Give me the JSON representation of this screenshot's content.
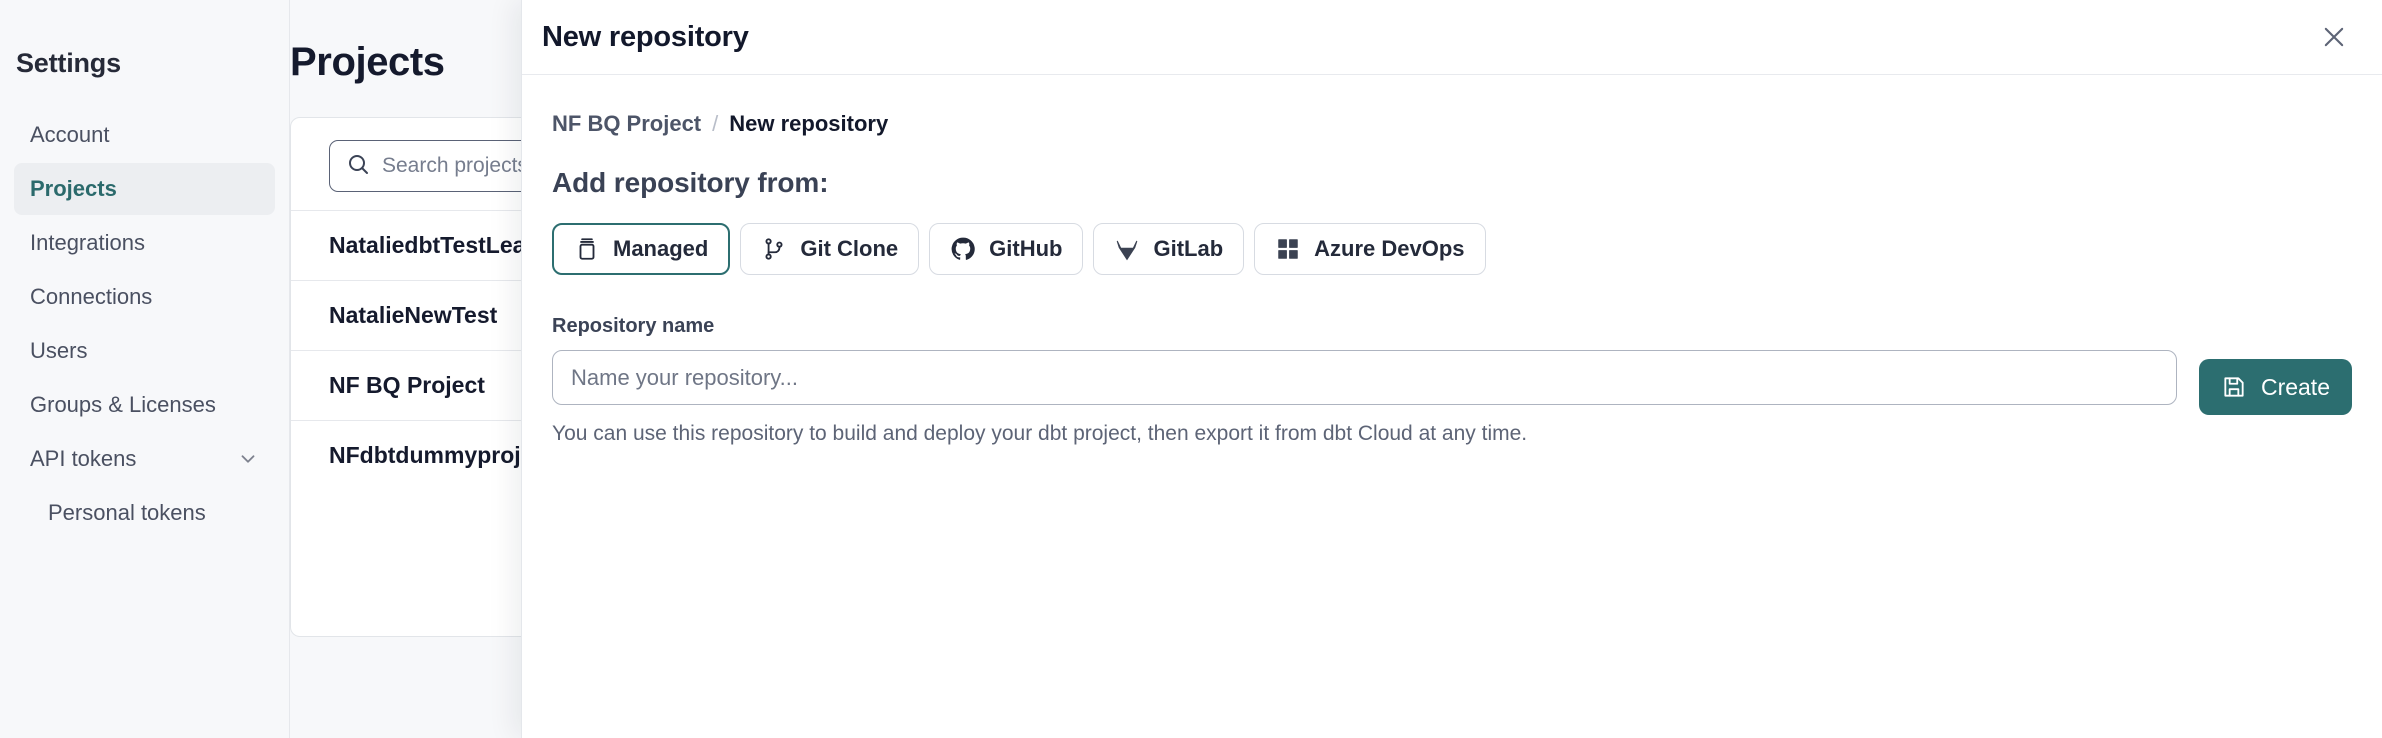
{
  "sidebar": {
    "title": "Settings",
    "items": [
      {
        "label": "Account",
        "active": false,
        "sub": false,
        "chevron": false
      },
      {
        "label": "Projects",
        "active": true,
        "sub": false,
        "chevron": false
      },
      {
        "label": "Integrations",
        "active": false,
        "sub": false,
        "chevron": false
      },
      {
        "label": "Connections",
        "active": false,
        "sub": false,
        "chevron": false
      },
      {
        "label": "Users",
        "active": false,
        "sub": false,
        "chevron": false
      },
      {
        "label": "Groups & Licenses",
        "active": false,
        "sub": false,
        "chevron": false
      },
      {
        "label": "API tokens",
        "active": false,
        "sub": false,
        "chevron": true
      },
      {
        "label": "Personal tokens",
        "active": false,
        "sub": true,
        "chevron": false
      }
    ]
  },
  "background": {
    "page_title": "Projects",
    "search": {
      "placeholder": "Search projects by name",
      "icon": "search-icon"
    },
    "project_rows": [
      "NataliedbtTestLearn T",
      "NatalieNewTest",
      "NF BQ Project",
      "NFdbtdummyproject"
    ]
  },
  "modal": {
    "title": "New repository",
    "close_icon": "close-icon",
    "breadcrumb": {
      "parent": "NF BQ Project",
      "separator": "/",
      "current": "New repository"
    },
    "section_heading": "Add repository from:",
    "tabs": [
      {
        "label": "Managed",
        "icon": "database-icon",
        "selected": true
      },
      {
        "label": "Git Clone",
        "icon": "git-branch-icon",
        "selected": false
      },
      {
        "label": "GitHub",
        "icon": "github-icon",
        "selected": false
      },
      {
        "label": "GitLab",
        "icon": "gitlab-icon",
        "selected": false
      },
      {
        "label": "Azure DevOps",
        "icon": "azure-devops-icon",
        "selected": false
      }
    ],
    "form": {
      "repo_name_label": "Repository name",
      "repo_name_value": "",
      "repo_name_placeholder": "Name your repository...",
      "helper_text": "You can use this repository to build and deploy your dbt project, then export it from dbt Cloud at any time."
    },
    "create_button": {
      "label": "Create",
      "icon": "save-icon"
    }
  },
  "colors": {
    "accent": "#2c6e70",
    "text_dark": "#12182b",
    "text_muted": "#5d6476",
    "border": "#d7dbe2",
    "sidebar_bg": "#f7f8fa"
  }
}
